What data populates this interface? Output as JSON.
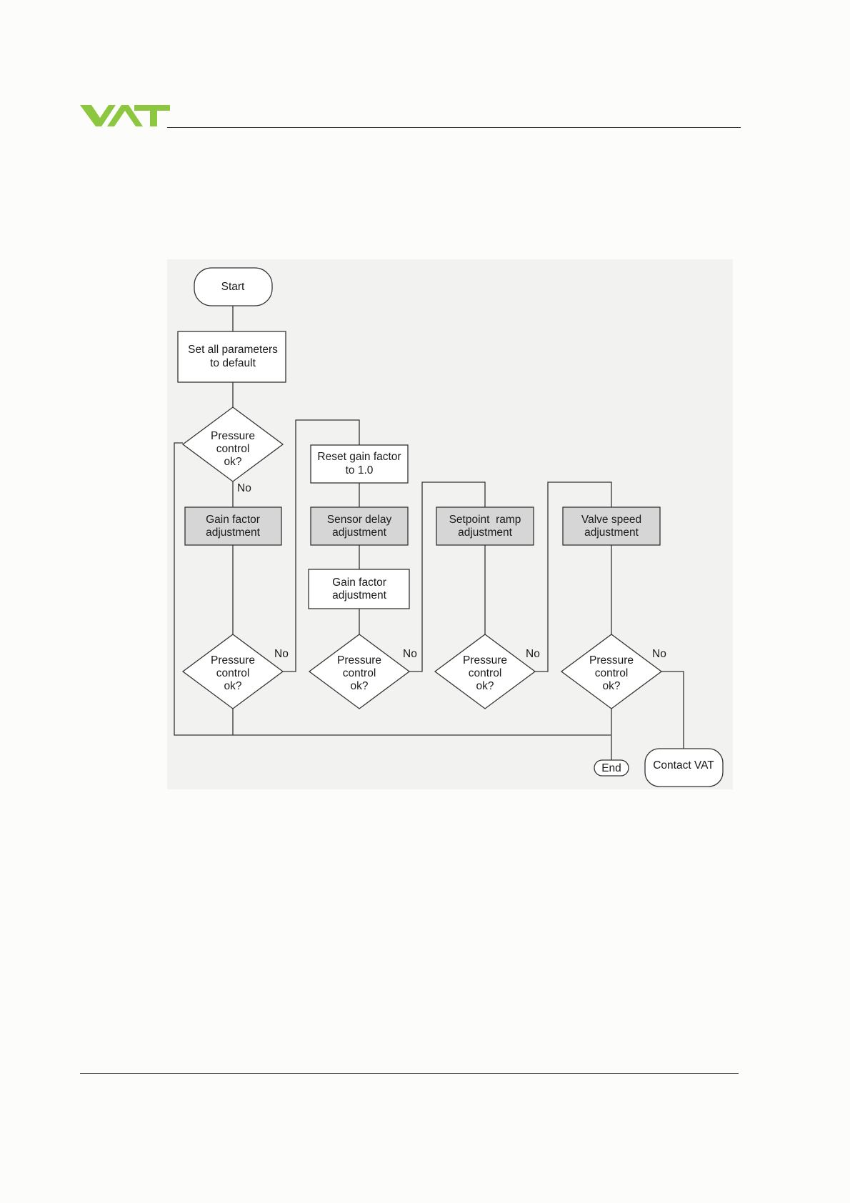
{
  "header": {
    "logo_text": "VAT",
    "logo_color": "#8dc63f"
  },
  "flowchart": {
    "start": "Start",
    "set_defaults": [
      "Set all parameters",
      "to default"
    ],
    "decision_text": [
      "Pressure",
      "control",
      "ok?"
    ],
    "no_label": "No",
    "gain_adjust": [
      "Gain factor",
      "adjustment"
    ],
    "reset_gain": [
      "Reset gain factor",
      "to 1.0"
    ],
    "sensor_delay": [
      "Sensor delay",
      "adjustment"
    ],
    "gain_adjust_2": [
      "Gain factor",
      "adjustment"
    ],
    "setpoint_ramp": [
      "Setpoint  ramp",
      "adjustment"
    ],
    "valve_speed": [
      "Valve speed",
      "adjustment"
    ],
    "end": "End",
    "contact": "Contact VAT",
    "colors": {
      "adjustment_fill": "#d6d6d6",
      "box_fill": "#ffffff",
      "line": "#333333",
      "panel_bg": "#f2f2f0"
    }
  }
}
